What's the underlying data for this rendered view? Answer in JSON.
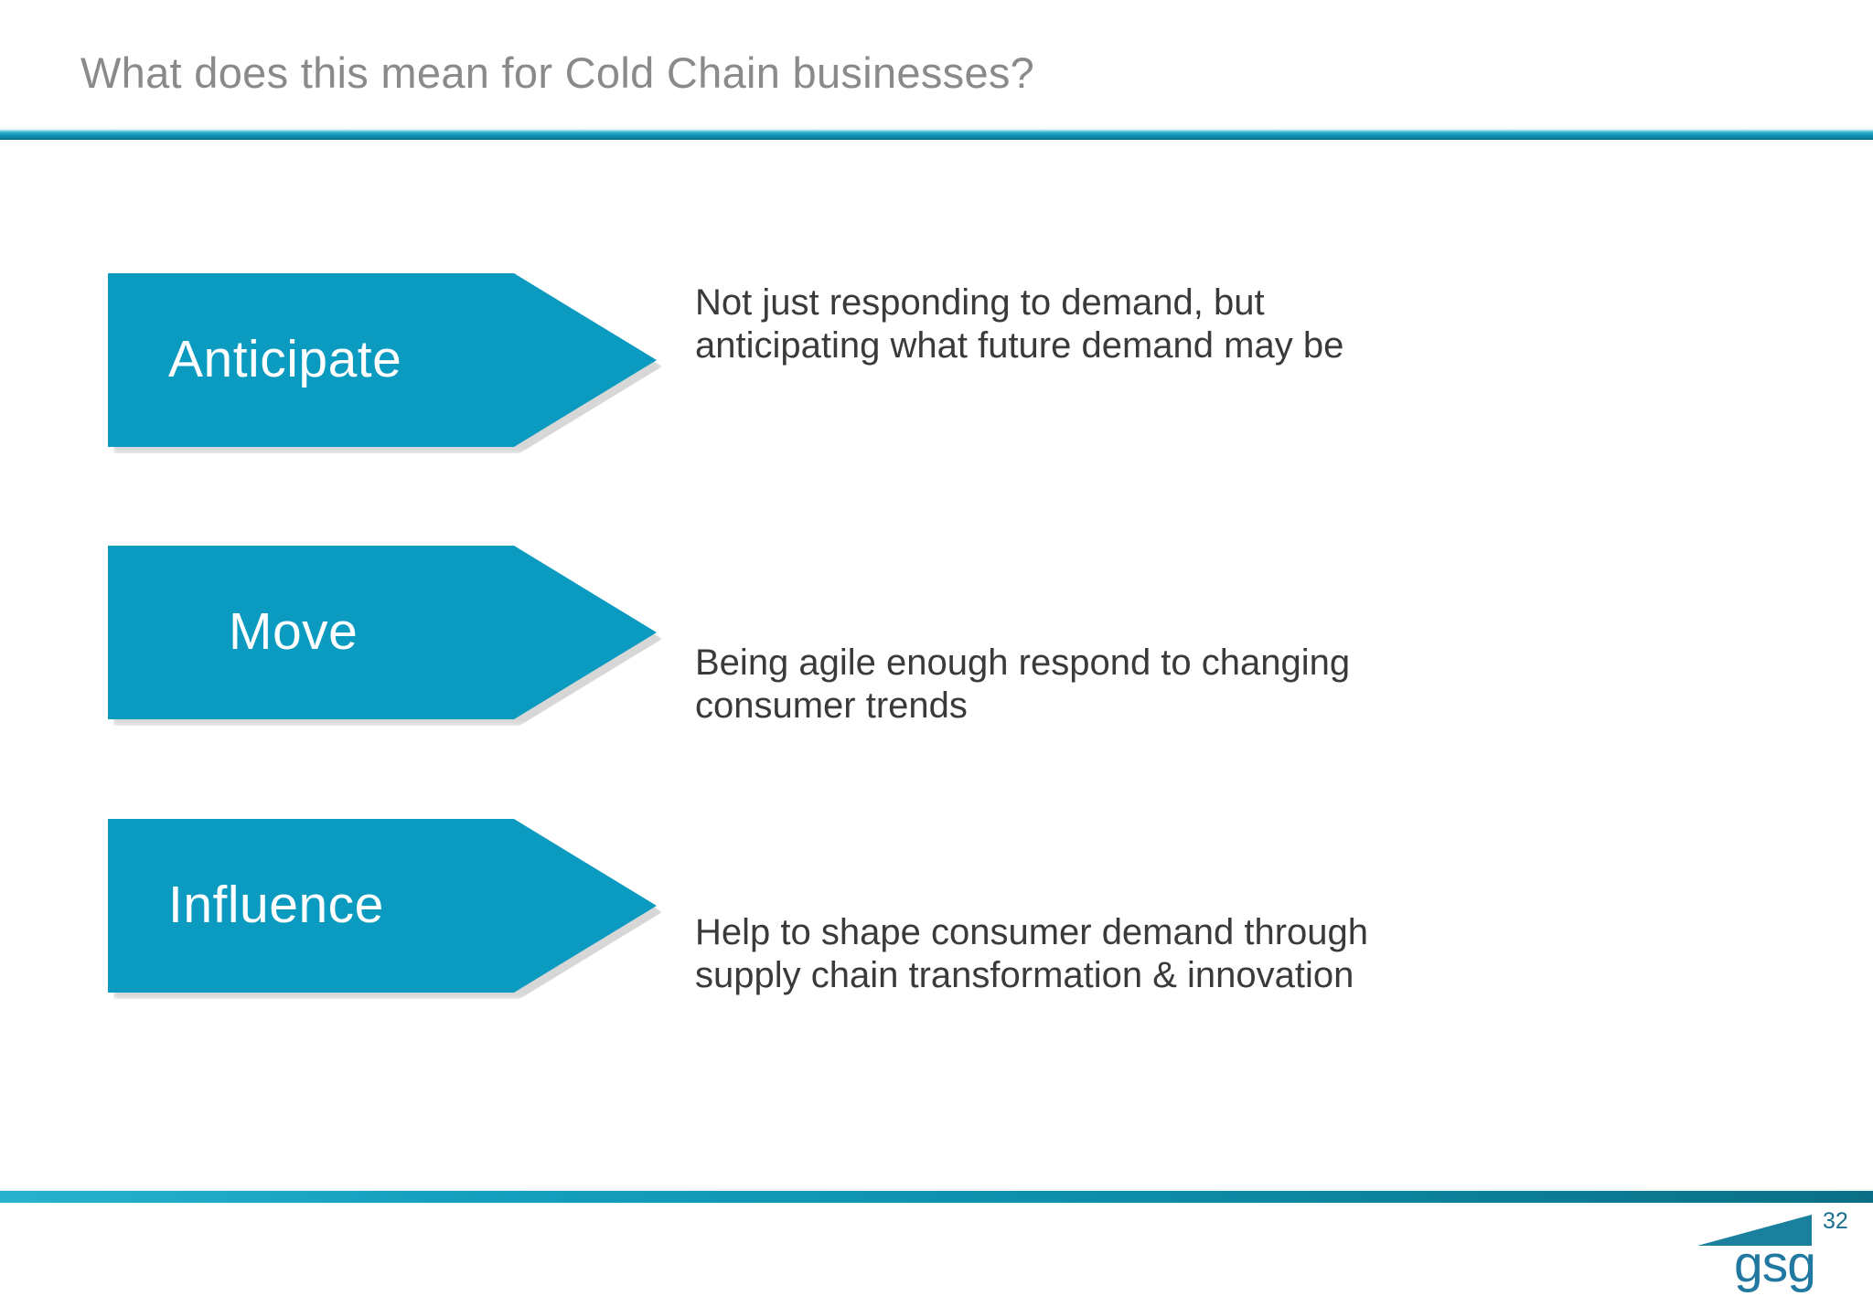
{
  "slide": {
    "title": "What does this mean for Cold Chain businesses?",
    "accent_color": "#0b9ac0",
    "rule_color": "#0e93b4",
    "title_color": "#8a8a8a",
    "body_color": "#3a3a3a"
  },
  "rows": [
    {
      "label": "Anticipate",
      "desc_line1": "Not just responding to demand, but",
      "desc_line2": "anticipating what future demand may be"
    },
    {
      "label": "Move",
      "desc_line1": "Being agile enough respond to changing",
      "desc_line2": "consumer trends"
    },
    {
      "label": "Influence",
      "desc_line1": "Help to shape consumer demand through",
      "desc_line2": "supply chain transformation & innovation"
    }
  ],
  "footer": {
    "logo_text": "gsg",
    "page_number": "32",
    "logo_color": "#2178a0",
    "wedge_color": "#1b7f9e"
  }
}
